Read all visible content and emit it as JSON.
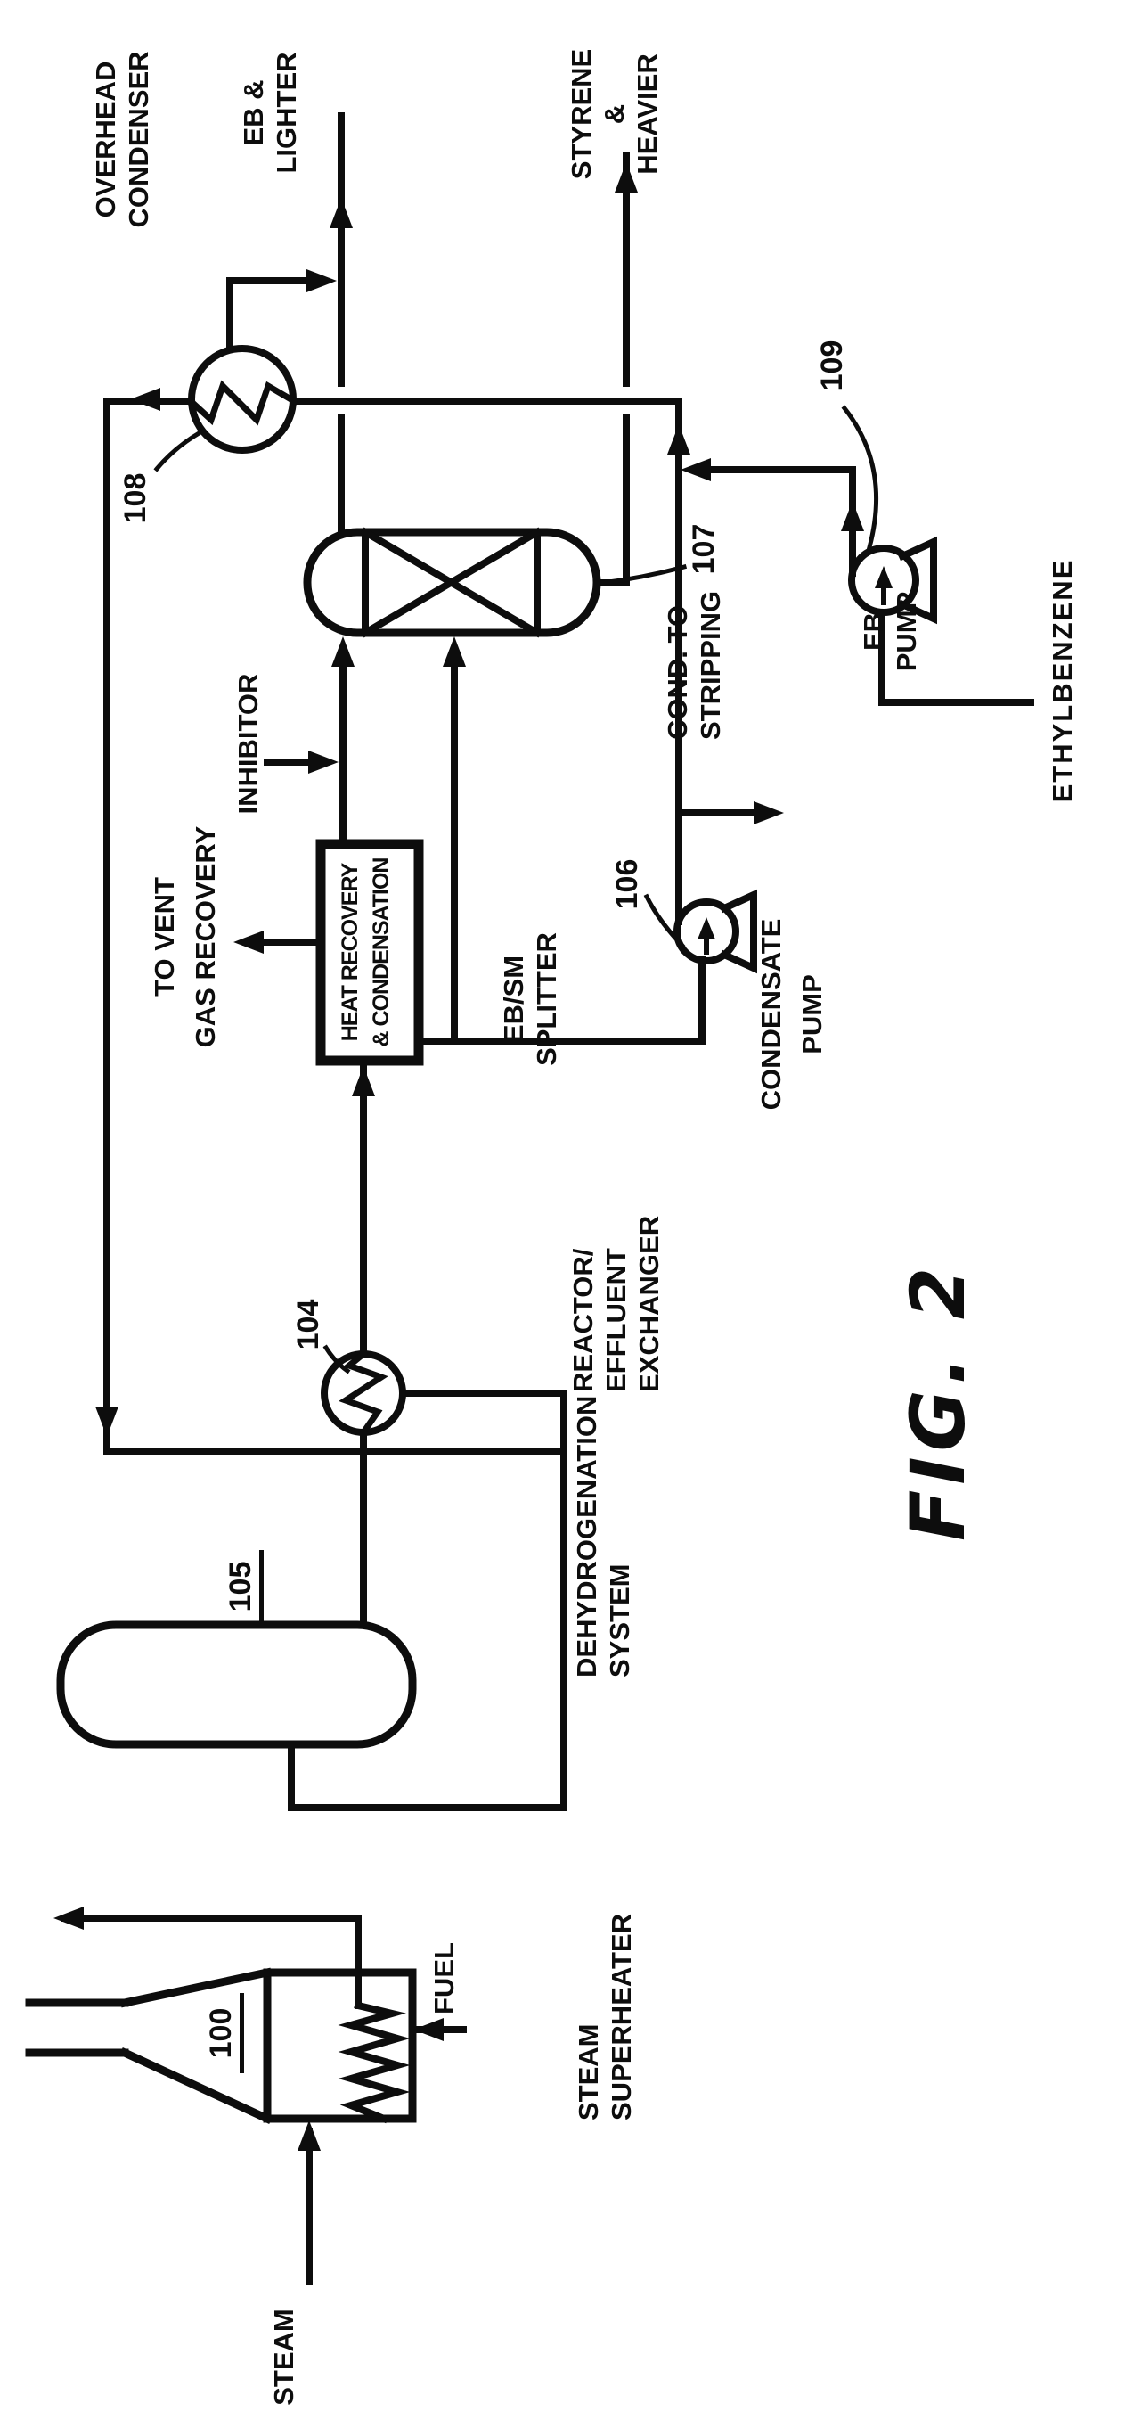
{
  "figure": {
    "caption": "FIG. 2"
  },
  "equipment": {
    "steam_superheater": {
      "tag": "100",
      "name_l1": "STEAM",
      "name_l2": "SUPERHEATER"
    },
    "reactor_effluent_exchanger": {
      "tag": "104",
      "name_l1": "REACTOR/",
      "name_l2": "EFFLUENT",
      "name_l3": "EXCHANGER"
    },
    "dehydrogenation_system": {
      "tag": "105",
      "name_l1": "DEHYDROGENATION",
      "name_l2": "SYSTEM"
    },
    "condensate_pump": {
      "tag": "106",
      "name_l1": "CONDENSATE",
      "name_l2": "PUMP"
    },
    "eb_sm_splitter": {
      "tag": "107",
      "name_l1": "EB/SM",
      "name_l2": "SPLITTER"
    },
    "overhead_condenser": {
      "tag": "108",
      "name_l1": "OVERHEAD",
      "name_l2": "CONDENSER"
    },
    "eb_pump": {
      "tag": "109",
      "name_l1": "EB",
      "name_l2": "PUMP"
    },
    "heat_recovery_box": {
      "line1": "HEAT RECOVERY",
      "line2": "& CONDENSATION"
    }
  },
  "streams": {
    "steam": "STEAM",
    "fuel": "FUEL",
    "to_vent_l1": "TO VENT",
    "to_vent_l2": "GAS RECOVERY",
    "inhibitor": "INHIBITOR",
    "eb_lighter_l1": "EB &",
    "eb_lighter_l2": "LIGHTER",
    "styrene_l1": "STYRENE",
    "styrene_l2": "&",
    "styrene_l3": "HEAVIER",
    "cond_to_stripping_l1": "COND. TO",
    "cond_to_stripping_l2": "STRIPPING",
    "ethylbenzene": "ETHYLBENZENE"
  },
  "colors": {
    "ink": "#0d0d0d",
    "paper": "#ffffff"
  }
}
